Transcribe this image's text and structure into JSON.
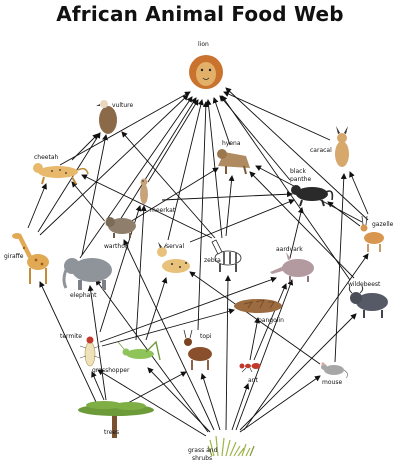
{
  "title": "African Animal Food Web",
  "organisms": {
    "lion": "lion",
    "vulture": "vulture",
    "cheetah": "cheetah",
    "hyena": "hyena",
    "caracal": "caracal",
    "black_panther_line1": "black",
    "black_panther_line2": "panthe",
    "meerkat": "meerkat",
    "warthog": "warthog",
    "giraffe": "giraffe",
    "elephant": "elephant",
    "serval": "serval",
    "zebra": "zebra",
    "aardvark": "aardvark",
    "gazelle": "gazelle",
    "wildebeest": "wildebeest",
    "pangolin": "pangolin",
    "termite": "termite",
    "grasshopper": "grasshopper",
    "topi": "topi",
    "ant": "ant",
    "mouse": "mouse",
    "trees": "trees",
    "grass_line1": "grass and",
    "grass_line2": "shrubs"
  },
  "colors": {
    "arrow": "#111111",
    "lion_mane": "#c9732f",
    "lion_body": "#e3b069",
    "vulture": "#8b6a4a",
    "cheetah": "#e9b96b",
    "hyena": "#b08a60",
    "caracal": "#d7a86c",
    "panther": "#2a2a2a",
    "meerkat": "#c8a27a",
    "warthog": "#8f7e6b",
    "giraffe": "#e2a955",
    "elephant": "#8f939a",
    "serval": "#e8c17a",
    "zebra": "#ffffff",
    "aardvark": "#b39aa0",
    "gazelle": "#d9964e",
    "wildebeest": "#555a66",
    "pangolin": "#9c6b3f",
    "termite": "#f0e2b8",
    "grasshopper": "#8fc45a",
    "topi": "#8a4f2c",
    "ant": "#c0392b",
    "mouse": "#a7a7a7",
    "tree_foliage": "#6e9b3a",
    "tree_trunk": "#7a5230",
    "grass": "#9bb548"
  }
}
